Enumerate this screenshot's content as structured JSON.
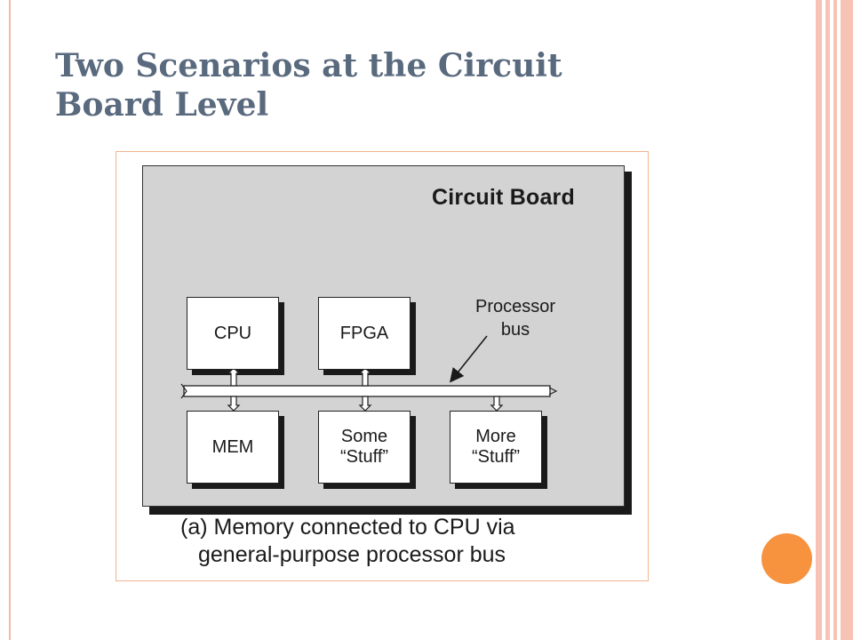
{
  "slide": {
    "title_lines": [
      "Two Scenarios at the Circuit",
      "Board Level"
    ]
  },
  "diagram": {
    "board_label": "Circuit Board",
    "components": {
      "cpu": "CPU",
      "fpga": "FPGA",
      "mem": "MEM",
      "some_stuff": "Some\n“Stuff”",
      "more_stuff": "More\n“Stuff”"
    },
    "bus_label_lines": [
      "Processor",
      "bus"
    ],
    "caption_lines": [
      "(a) Memory connected to CPU via",
      "general-purpose processor bus"
    ]
  },
  "theme": {
    "title_color": "#5a6a7e",
    "accent_border": "#f0b48f",
    "decor_pink": "#f6c3b4",
    "decor_orange": "#f7923f",
    "board_fill": "#d3d3d3"
  }
}
